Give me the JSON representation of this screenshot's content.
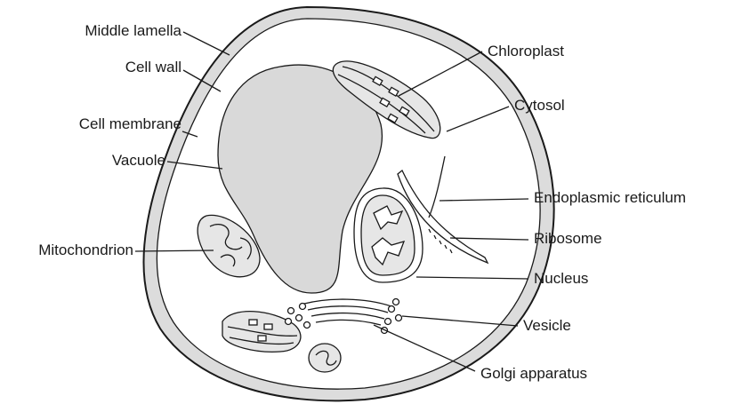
{
  "labels": {
    "middle_lamella": "Middle lamella",
    "cell_wall": "Cell wall",
    "cell_membrane": "Cell membrane",
    "vacuole": "Vacuole",
    "mitochondrion": "Mitochondrion",
    "chloroplast": "Chloroplast",
    "cytosol": "Cytosol",
    "endoplasmic_reticulum": "Endoplasmic reticulum",
    "ribosome": "Ribosome",
    "nucleus": "Nucleus",
    "vesicle": "Vesicle",
    "golgi_apparatus": "Golgi apparatus"
  },
  "colors": {
    "wall_fill": "#dcdcdc",
    "cytoplasm_fill": "#ffffff",
    "vacuole_fill": "#d9d9d9",
    "organelle_fill": "#e6e6e6",
    "stroke": "#1a1a1a"
  }
}
